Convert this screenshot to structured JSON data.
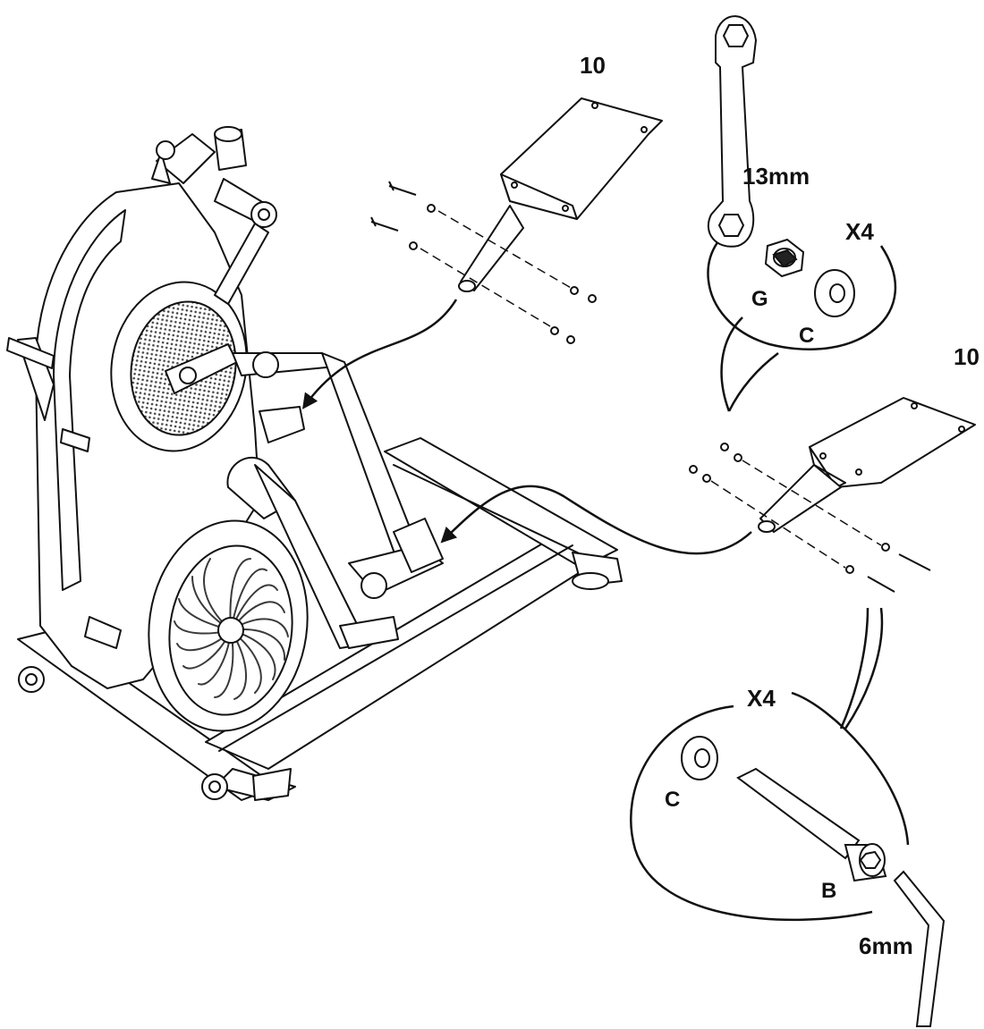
{
  "diagram": {
    "colors": {
      "ink": "#111111",
      "paper": "#ffffff",
      "fan_dark": "#3a3a3a",
      "grille": "#555555"
    },
    "labels": {
      "pedal_part_left": "10",
      "pedal_part_right": "10",
      "wrench_size": "13mm",
      "nut_qty": "X4",
      "nut_code": "G",
      "washer_code_top": "C",
      "bolt_qty": "X4",
      "washer_code_bottom": "C",
      "bolt_code": "B",
      "hex_key_size": "6mm"
    }
  }
}
